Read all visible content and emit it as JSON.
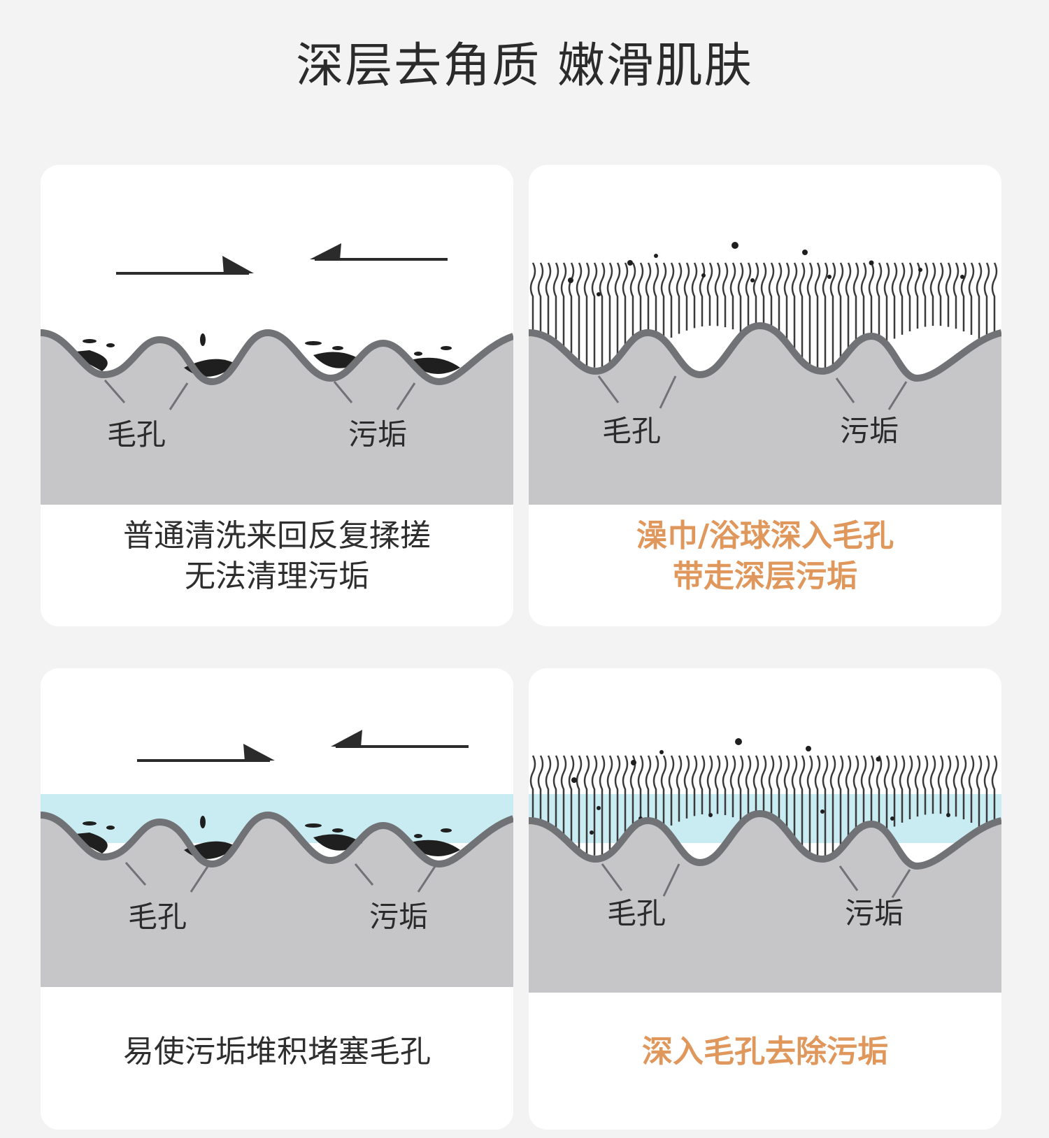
{
  "page": {
    "title": "深层去角质 嫩滑肌肤"
  },
  "labels": {
    "pore": "毛孔",
    "dirt": "污垢"
  },
  "panels": [
    {
      "id": "normal-dry",
      "caption": [
        "普通清洗来回反复揉搓",
        "无法清理污垢"
      ],
      "highlight": false
    },
    {
      "id": "towel-dry",
      "caption": [
        "澡巾/浴球深入毛孔",
        "带走深层污垢"
      ],
      "highlight": true
    },
    {
      "id": "normal-wet",
      "caption": [
        "易使污垢堆积堵塞毛孔"
      ],
      "highlight": false
    },
    {
      "id": "towel-wet",
      "caption": [
        "深入毛孔去除污垢"
      ],
      "highlight": true
    }
  ],
  "colors": {
    "skin": "#c6c6c8",
    "skin_edge": "#707276",
    "water": "#c9ecf2",
    "dirt": "#1f1f1f",
    "highlight": "#e0975c"
  }
}
